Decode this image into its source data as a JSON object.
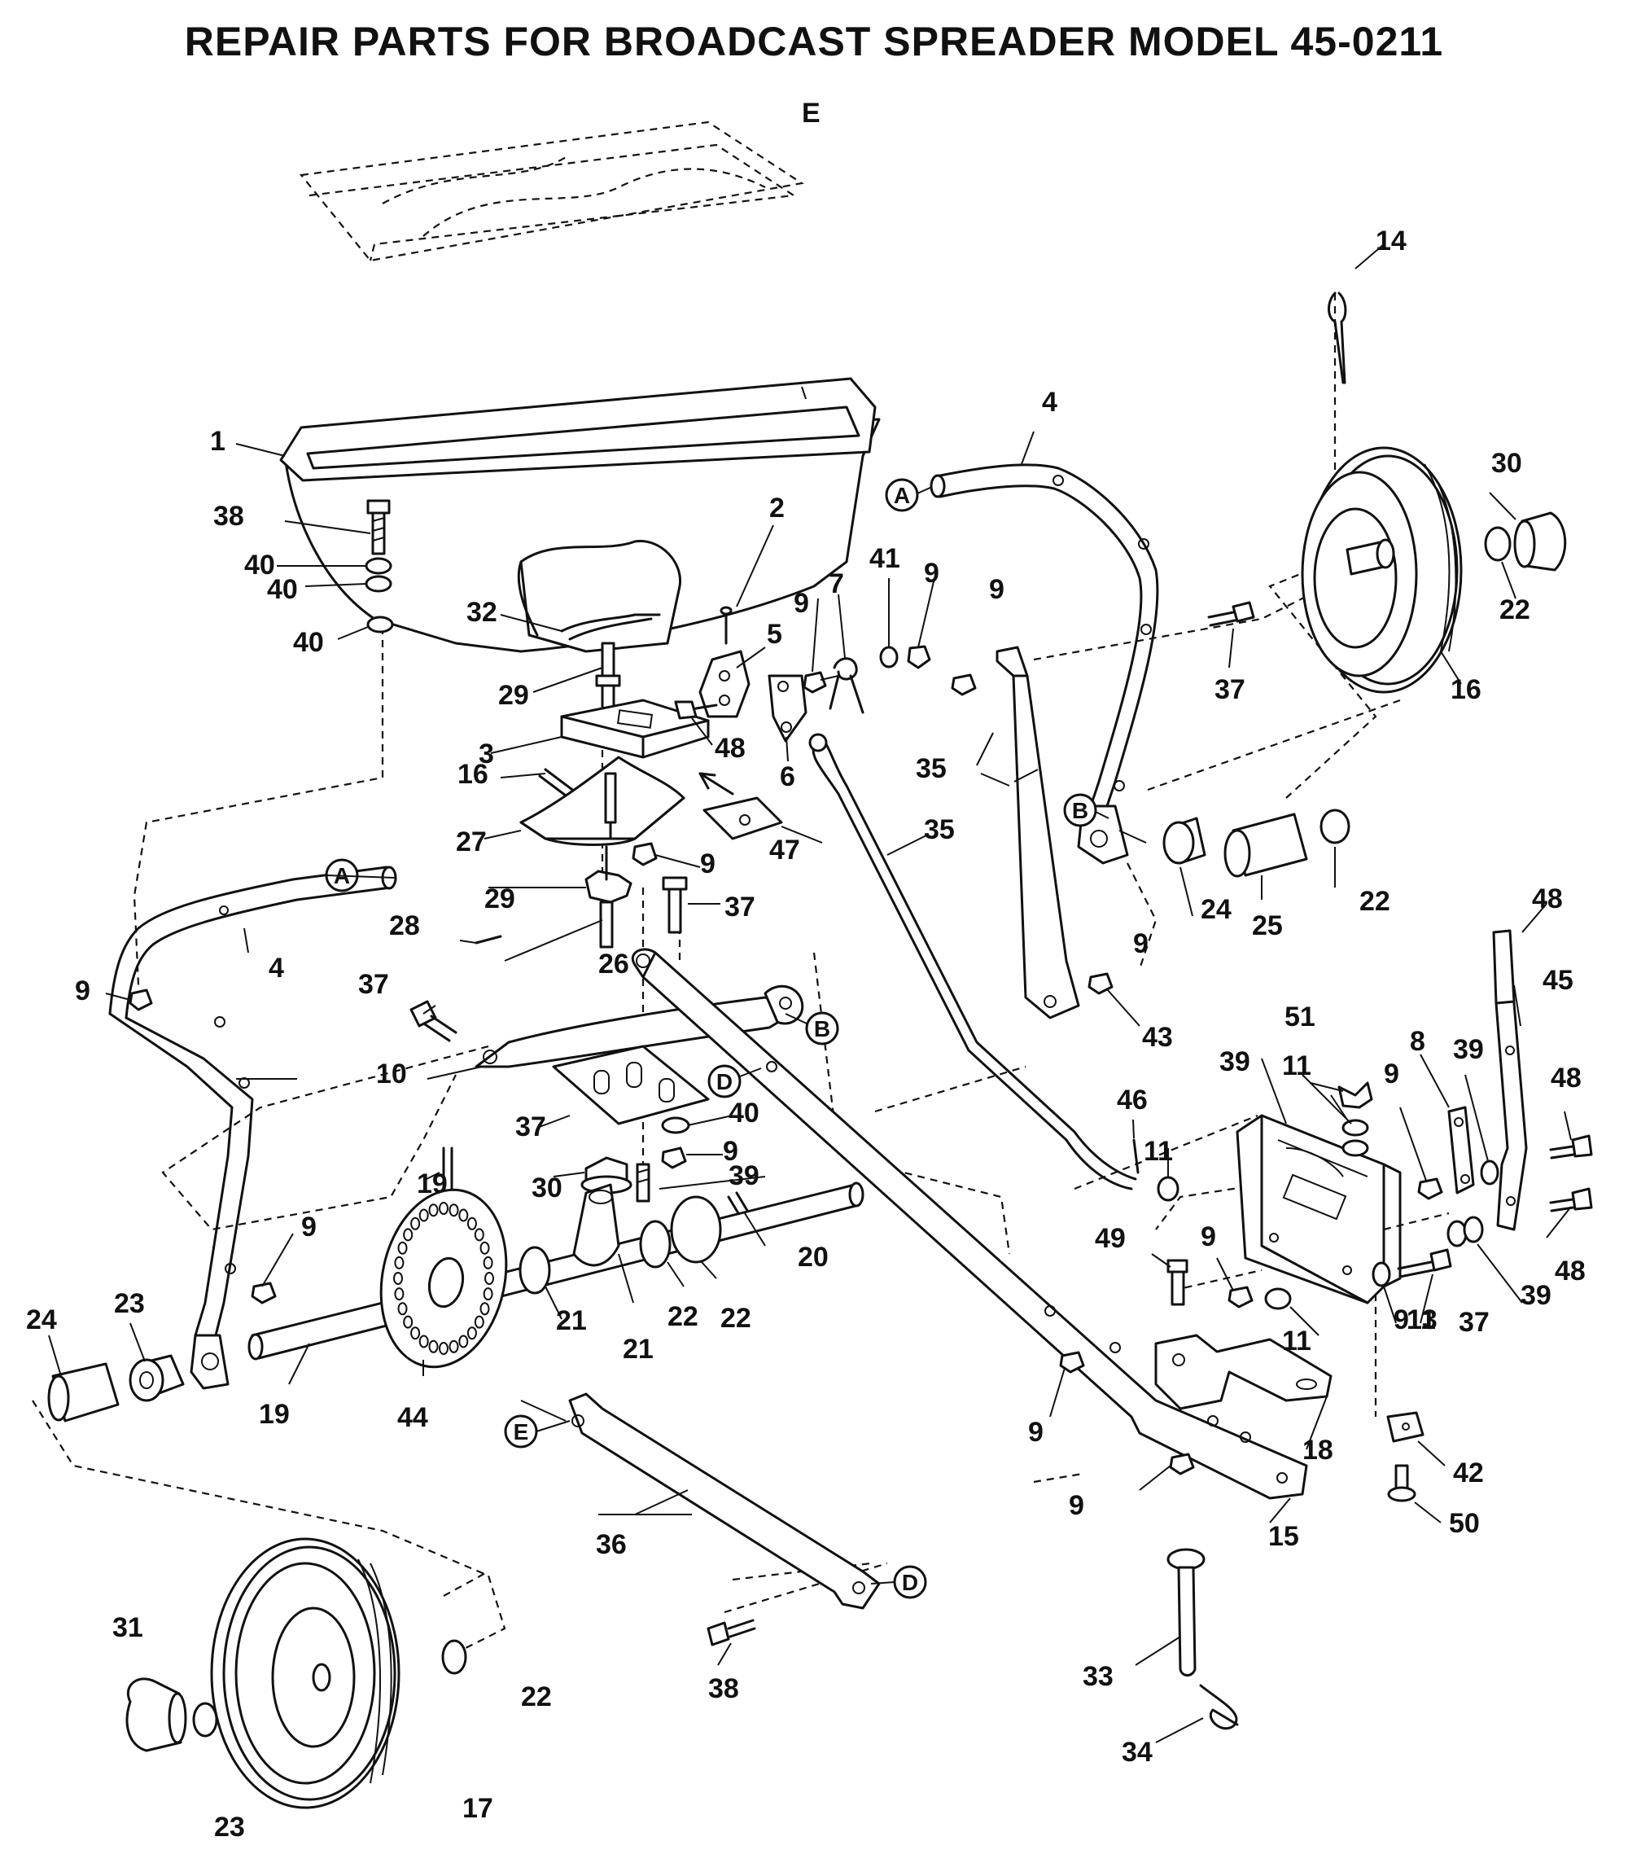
{
  "title": "REPAIR PARTS FOR BROADCAST SPREADER MODEL 45-0211",
  "reference_letters": [
    "A",
    "A",
    "B",
    "B",
    "D",
    "D",
    "E",
    "E"
  ],
  "part_labels": [
    {
      "id": "p1",
      "text": "1"
    },
    {
      "id": "p2",
      "text": "2"
    },
    {
      "id": "p3",
      "text": "3"
    },
    {
      "id": "p4a",
      "text": "4"
    },
    {
      "id": "p4b",
      "text": "4"
    },
    {
      "id": "p5",
      "text": "5"
    },
    {
      "id": "p6",
      "text": "6"
    },
    {
      "id": "p7",
      "text": "7"
    },
    {
      "id": "p8",
      "text": "8"
    },
    {
      "id": "p9a",
      "text": "9"
    },
    {
      "id": "p9b",
      "text": "9"
    },
    {
      "id": "p9c",
      "text": "9"
    },
    {
      "id": "p9d",
      "text": "9"
    },
    {
      "id": "p9e",
      "text": "9"
    },
    {
      "id": "p9f",
      "text": "9"
    },
    {
      "id": "p9g",
      "text": "9"
    },
    {
      "id": "p9h",
      "text": "9"
    },
    {
      "id": "p9i",
      "text": "9"
    },
    {
      "id": "p9j",
      "text": "9"
    },
    {
      "id": "p9k",
      "text": "9"
    },
    {
      "id": "p9l",
      "text": "9"
    },
    {
      "id": "p9m",
      "text": "9"
    },
    {
      "id": "p10",
      "text": "10"
    },
    {
      "id": "p11a",
      "text": "11"
    },
    {
      "id": "p11b",
      "text": "11"
    },
    {
      "id": "p11c",
      "text": "11"
    },
    {
      "id": "p11d",
      "text": "11"
    },
    {
      "id": "p13",
      "text": "13"
    },
    {
      "id": "p14",
      "text": "14"
    },
    {
      "id": "p15",
      "text": "15"
    },
    {
      "id": "p16a",
      "text": "16"
    },
    {
      "id": "p16b",
      "text": "16"
    },
    {
      "id": "p17",
      "text": "17"
    },
    {
      "id": "p18",
      "text": "18"
    },
    {
      "id": "p19a",
      "text": "19"
    },
    {
      "id": "p19b",
      "text": "19"
    },
    {
      "id": "p20",
      "text": "20"
    },
    {
      "id": "p21a",
      "text": "21"
    },
    {
      "id": "p21b",
      "text": "21"
    },
    {
      "id": "p22a",
      "text": "22"
    },
    {
      "id": "p22b",
      "text": "22"
    },
    {
      "id": "p22c",
      "text": "22"
    },
    {
      "id": "p22d",
      "text": "22"
    },
    {
      "id": "p22e",
      "text": "22"
    },
    {
      "id": "p23a",
      "text": "23"
    },
    {
      "id": "p23b",
      "text": "23"
    },
    {
      "id": "p24a",
      "text": "24"
    },
    {
      "id": "p24b",
      "text": "24"
    },
    {
      "id": "p25",
      "text": "25"
    },
    {
      "id": "p26",
      "text": "26"
    },
    {
      "id": "p27",
      "text": "27"
    },
    {
      "id": "p28",
      "text": "28"
    },
    {
      "id": "p29a",
      "text": "29"
    },
    {
      "id": "p29b",
      "text": "29"
    },
    {
      "id": "p30a",
      "text": "30"
    },
    {
      "id": "p30b",
      "text": "30"
    },
    {
      "id": "p31",
      "text": "31"
    },
    {
      "id": "p32",
      "text": "32"
    },
    {
      "id": "p33",
      "text": "33"
    },
    {
      "id": "p34",
      "text": "34"
    },
    {
      "id": "p35a",
      "text": "35"
    },
    {
      "id": "p35b",
      "text": "35"
    },
    {
      "id": "p36",
      "text": "36"
    },
    {
      "id": "p37a",
      "text": "37"
    },
    {
      "id": "p37b",
      "text": "37"
    },
    {
      "id": "p37c",
      "text": "37"
    },
    {
      "id": "p37d",
      "text": "37"
    },
    {
      "id": "p37e",
      "text": "37"
    },
    {
      "id": "p38a",
      "text": "38"
    },
    {
      "id": "p38b",
      "text": "38"
    },
    {
      "id": "p39a",
      "text": "39"
    },
    {
      "id": "p39b",
      "text": "39"
    },
    {
      "id": "p39c",
      "text": "39"
    },
    {
      "id": "p39d",
      "text": "39"
    },
    {
      "id": "p40a",
      "text": "40"
    },
    {
      "id": "p40b",
      "text": "40"
    },
    {
      "id": "p40c",
      "text": "40"
    },
    {
      "id": "p40d",
      "text": "40"
    },
    {
      "id": "p41",
      "text": "41"
    },
    {
      "id": "p42",
      "text": "42"
    },
    {
      "id": "p43",
      "text": "43"
    },
    {
      "id": "p44",
      "text": "44"
    },
    {
      "id": "p45",
      "text": "45"
    },
    {
      "id": "p46",
      "text": "46"
    },
    {
      "id": "p47",
      "text": "47"
    },
    {
      "id": "p48a",
      "text": "48"
    },
    {
      "id": "p48b",
      "text": "48"
    },
    {
      "id": "p48c",
      "text": "48"
    },
    {
      "id": "p48d",
      "text": "48"
    },
    {
      "id": "p49",
      "text": "49"
    },
    {
      "id": "p50",
      "text": "50"
    },
    {
      "id": "p51",
      "text": "51"
    },
    {
      "id": "pE",
      "text": "E"
    }
  ]
}
